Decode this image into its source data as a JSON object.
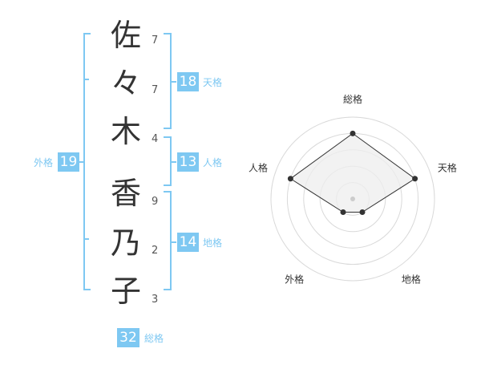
{
  "name": {
    "chars": [
      {
        "char": "佐",
        "strokes": "7"
      },
      {
        "char": "々",
        "strokes": "7"
      },
      {
        "char": "木",
        "strokes": "4"
      },
      {
        "char": "香",
        "strokes": "9"
      },
      {
        "char": "乃",
        "strokes": "2"
      },
      {
        "char": "子",
        "strokes": "3"
      }
    ]
  },
  "kaku": {
    "tenkaku": {
      "value": "18",
      "label": "天格"
    },
    "jinkaku": {
      "value": "13",
      "label": "人格"
    },
    "chikaku": {
      "value": "14",
      "label": "地格"
    },
    "gaikaku": {
      "value": "19",
      "label": "外格"
    },
    "soukaku": {
      "value": "32",
      "label": "総格"
    }
  },
  "colors": {
    "accent": "#7ec8f2",
    "text": "#333333"
  },
  "chart_data": {
    "type": "radar",
    "axes": [
      "総格",
      "天格",
      "地格",
      "外格",
      "人格"
    ],
    "rings": 5,
    "values": [
      4,
      4,
      1,
      1,
      4
    ],
    "max": 5
  }
}
